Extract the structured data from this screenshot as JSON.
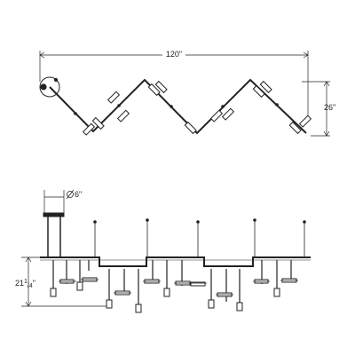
{
  "diagram": {
    "top_view": {
      "width_label": "120\"",
      "height_label": "26\""
    },
    "side_view": {
      "diameter_label": "6\"",
      "height_label_whole": "21",
      "height_label_frac_num": "1",
      "height_label_frac_den": "/4",
      "height_label_unit": "\""
    }
  }
}
